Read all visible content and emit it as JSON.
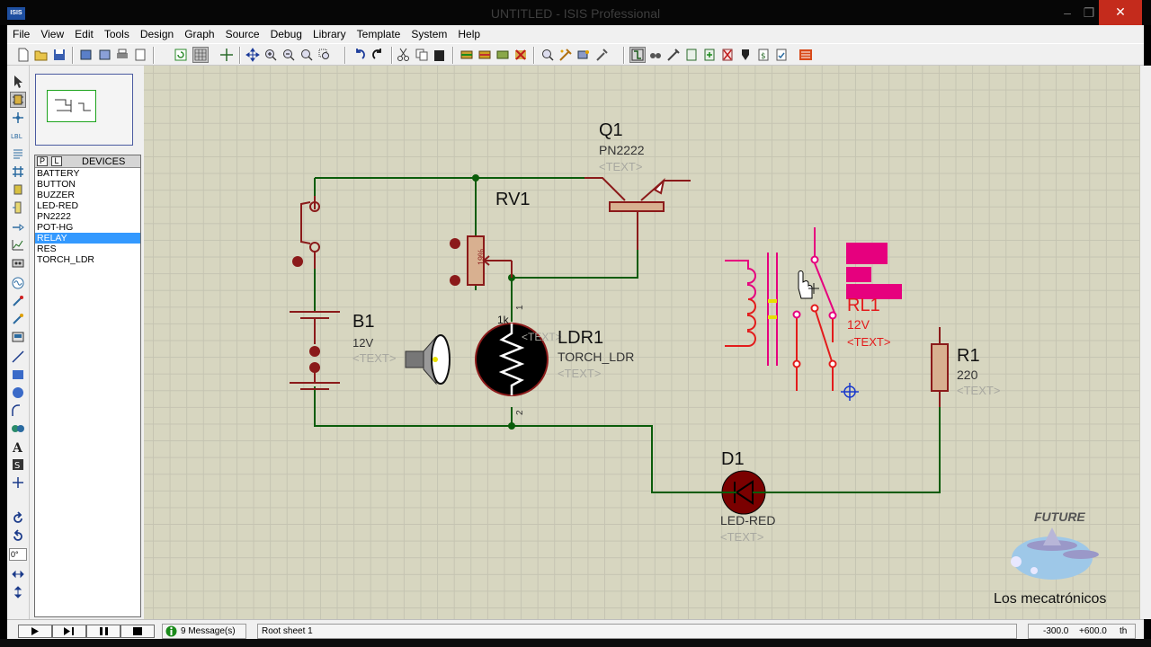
{
  "window": {
    "title": "UNTITLED - ISIS Professional",
    "app_icon_text": "ISIS",
    "minimize": "–",
    "maximize": "❐",
    "close": "✕"
  },
  "menu": [
    "File",
    "View",
    "Edit",
    "Tools",
    "Design",
    "Graph",
    "Source",
    "Debug",
    "Library",
    "Template",
    "System",
    "Help"
  ],
  "panel": {
    "tab_p": "P",
    "tab_l": "L",
    "devices_title": "DEVICES",
    "devices": [
      "BATTERY",
      "BUTTON",
      "BUZZER",
      "LED-RED",
      "PN2222",
      "POT-HG",
      "RELAY",
      "RES",
      "TORCH_LDR"
    ],
    "selected_device": "RELAY",
    "angle_value": "0°"
  },
  "schematic": {
    "q1": {
      "ref": "Q1",
      "value": "PN2222",
      "text": "<TEXT>"
    },
    "rv1": {
      "ref": "RV1",
      "percent": "19%"
    },
    "b1": {
      "ref": "B1",
      "value": "12V",
      "text": "<TEXT>"
    },
    "ldr1": {
      "ref": "LDR1",
      "value": "TORCH_LDR",
      "text": "<TEXT>",
      "rv_value": "1k",
      "rv_text": "<TEXT>",
      "pin1": "1",
      "pin2": "2"
    },
    "rl1": {
      "ref": "RL1",
      "value": "12V",
      "text": "<TEXT>"
    },
    "r1": {
      "ref": "R1",
      "value": "220",
      "text": "<TEXT>"
    },
    "d1": {
      "ref": "D1",
      "value": "LED-RED",
      "text": "<TEXT>"
    }
  },
  "watermark": {
    "top": "FUTURE",
    "bottom": "Los mecatrónicos"
  },
  "status": {
    "messages": "9 Message(s)",
    "sheet": "Root sheet 1",
    "coord_x": "-300.0",
    "coord_y": "+600.0",
    "units": "th"
  },
  "colors": {
    "wire": "#0a5c0a",
    "component": "#8b1a1a",
    "relay_active": "#e6007e",
    "relay_red": "#e31b1b",
    "label_gray": "#a8a8a0"
  }
}
